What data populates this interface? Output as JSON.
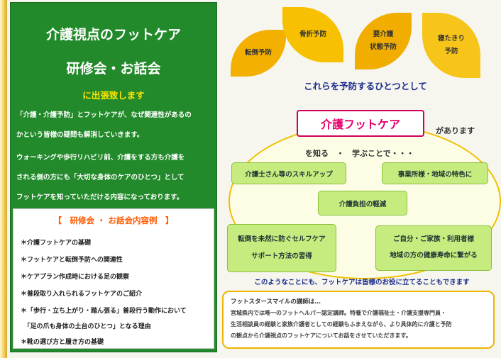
{
  "left": {
    "title": "介護視点のフットケア",
    "subtitle": "研修会・お話会",
    "tagline": "に出張致します",
    "paragraph": [
      "「介護・介護予防」とフットケアが、なぜ関連性があるの",
      "かという皆様の疑問も解消していきます。",
      "ウォーキングや歩行リハビリ前、介護をする方も介護を",
      "される側の方にも「大切な身体のケアのひとつ」として",
      "フットケアを知っていただける内容になっております。"
    ],
    "contents_heading": "【　研修会 ・ お話会内容例　】",
    "items": [
      "＊介護フットケアの基礎",
      "＊フットケアと転倒予防への関連性",
      "＊ケアプラン作成時における足の観察",
      "＊普段取り入れられるフットケアのご紹介",
      "＊「歩行・立ち上がり・踏ん張る」普段行う動作において",
      "　「足の爪も身体の土台のひとつ」となる理由",
      "＊靴の選び方と履き方の基礎"
    ]
  },
  "leaves": [
    [
      "転倒予防"
    ],
    [
      "骨折予防"
    ],
    [
      "要介護",
      "状態予防"
    ],
    [
      "寝たきり",
      "予防"
    ]
  ],
  "prevent_caption": "これらを予防するひとつとして",
  "care_label": "介護フットケア",
  "arimasu": "があります",
  "shiru": "を知る　・　学ぶことで・・・",
  "benefits": {
    "skill": "介護士さん等のスキルアップ",
    "region": "事業所様・地域の特色に",
    "burden": "介護負担の軽減",
    "fall": [
      "転倒を未然に防ぐセルフケア",
      "サポート方法の習得"
    ],
    "life": [
      "ご自分・ご家族・利用者様",
      "地域の方の健康寿命に繋がる"
    ]
  },
  "closing": "このようなことにも、フットケアは皆様のお役に立てることもできます",
  "instructor": {
    "heading": "フットスタースマイルの講師は…",
    "lines": [
      "宮城県内では唯一のフットヘルパー認定講師。特養で介護福祉士・介護支援専門員・",
      "生活相談員の経験と家族介護者としての経験もふまえながら、より具体的に介護と予防",
      "の観点から介護視点のフットケアについてお話をさせていただきます。"
    ]
  }
}
